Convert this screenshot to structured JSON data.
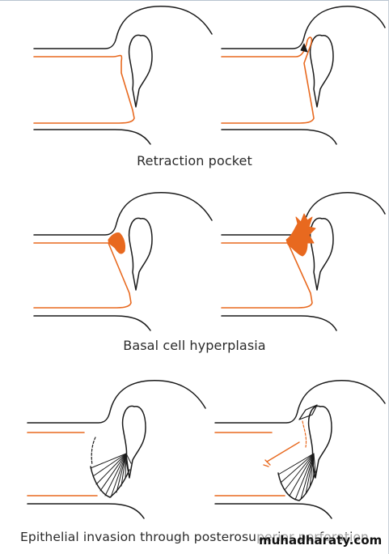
{
  "captions": {
    "retraction": "Retraction pocket",
    "basal": "Basal cell hyperplasia",
    "epithelial": "Epithelial invasion through posterosuperior perforation"
  },
  "watermark": "muhadharaty.com",
  "colors": {
    "outline": "#1a1a1a",
    "epithelium": "#e8691f"
  }
}
